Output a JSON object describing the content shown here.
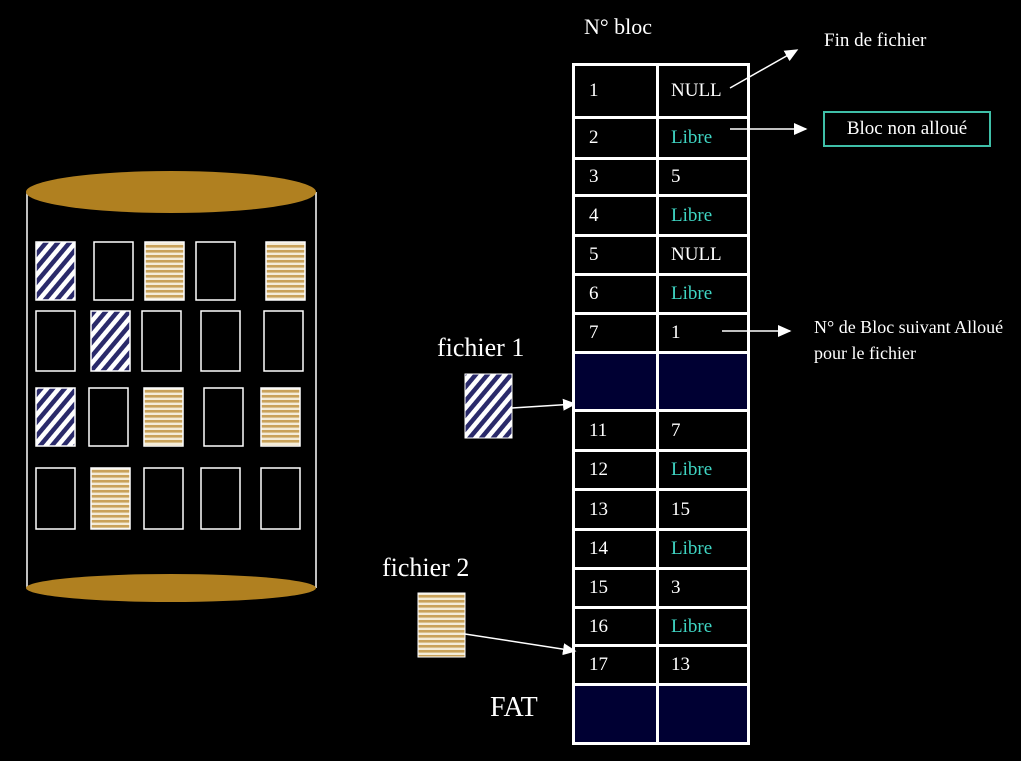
{
  "header": {
    "bloc_label": "N° bloc"
  },
  "annotations": {
    "fin_fichier": "Fin de fichier",
    "bloc_non_alloue": "Bloc non alloué",
    "bloc_suivant": "N° de Bloc suivant Alloué pour le fichier"
  },
  "files": {
    "file1_label": "fichier 1",
    "file2_label": "fichier 2"
  },
  "fat_label": "FAT",
  "colors": {
    "background": "#000000",
    "disk_gold": "#b08020",
    "file1_pattern": "#2a2a6a",
    "file2_pattern": "#d4b87a",
    "libre_text": "#3fd6c4",
    "hidden_row": "#000033"
  },
  "fat_table": {
    "rows": [
      {
        "num": "1",
        "next": "NULL",
        "libre": false
      },
      {
        "num": "2",
        "next": "Libre",
        "libre": true
      },
      {
        "num": "3",
        "next": "5",
        "libre": false
      },
      {
        "num": "4",
        "next": "Libre",
        "libre": true
      },
      {
        "num": "5",
        "next": "NULL",
        "libre": false
      },
      {
        "num": "6",
        "next": "Libre",
        "libre": true
      },
      {
        "num": "7",
        "next": "1",
        "libre": false
      },
      {
        "num": "",
        "next": "",
        "libre": false,
        "hidden": true
      },
      {
        "num": "11",
        "next": "7",
        "libre": false
      },
      {
        "num": "12",
        "next": "Libre",
        "libre": true
      },
      {
        "num": "13",
        "next": "15",
        "libre": false
      },
      {
        "num": "14",
        "next": "Libre",
        "libre": true
      },
      {
        "num": "15",
        "next": "3",
        "libre": false
      },
      {
        "num": "16",
        "next": "Libre",
        "libre": true
      },
      {
        "num": "17",
        "next": "13",
        "libre": false
      },
      {
        "num": "",
        "next": "",
        "libre": false,
        "hidden": true
      }
    ]
  },
  "disk_grid": [
    [
      "file1",
      "empty",
      "file2",
      "empty",
      "file2"
    ],
    [
      "empty",
      "file1",
      "empty",
      "empty",
      "empty"
    ],
    [
      "file1",
      "empty",
      "file2",
      "empty",
      "file2"
    ],
    [
      "empty",
      "file2",
      "empty",
      "empty",
      "empty"
    ]
  ]
}
